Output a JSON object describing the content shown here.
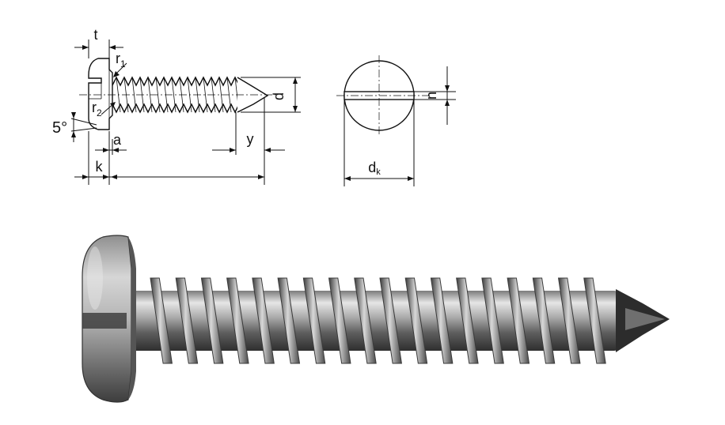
{
  "diagram": {
    "labels": {
      "t": "t",
      "r1_base": "r",
      "r1_sub": "1",
      "r2_base": "r",
      "r2_sub": "2",
      "angle": "5°",
      "a": "a",
      "k": "k",
      "y": "y",
      "d": "d",
      "n": "n",
      "dk_base": "d",
      "dk_sub": "k"
    }
  },
  "photo": {
    "subject": "pan-head-slotted-tapping-screw",
    "thread_turns": 18,
    "colors": {
      "metal_light": "#d9d9d9",
      "metal_mid": "#9a9a9a",
      "metal_dark": "#3a3a3a"
    }
  }
}
